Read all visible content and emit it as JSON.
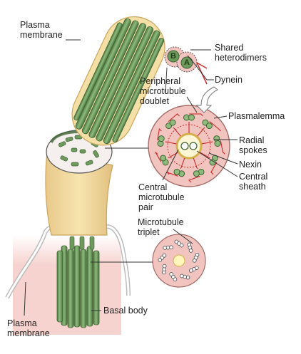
{
  "labels": {
    "plasma_membrane_top": [
      "Plasma",
      "membrane"
    ],
    "shared_heterodimers": [
      "Shared",
      "heterodimers"
    ],
    "dynein": "Dynein",
    "peripheral_doublet": [
      "Peripheral",
      "microtubule",
      "doublet"
    ],
    "plasmalemma": "Plasmalemma",
    "radial_spokes": [
      "Radial",
      "spokes"
    ],
    "nexin": "Nexin",
    "central_sheath": [
      "Central",
      "sheath"
    ],
    "central_pair": [
      "Central",
      "microtubule",
      "pair"
    ],
    "microtubule_triplet": [
      "Microtubule",
      "triplet"
    ],
    "basal_body": "Basal body",
    "plasma_membrane_bottom": [
      "Plasma",
      "membrane"
    ]
  },
  "glyphs": {
    "subunit_b": "B",
    "subunit_a": "A"
  },
  "colors": {
    "membrane_fill": "#f4e0a6",
    "membrane_stroke": "#caa45c",
    "microtubule_green": "#6f9a5e",
    "microtubule_dark": "#3d6332",
    "cross_section_pink": "#f2c4c0",
    "cytoplasm_pink": "#f6d3cf",
    "spoke_red": "#cc2b2b"
  }
}
